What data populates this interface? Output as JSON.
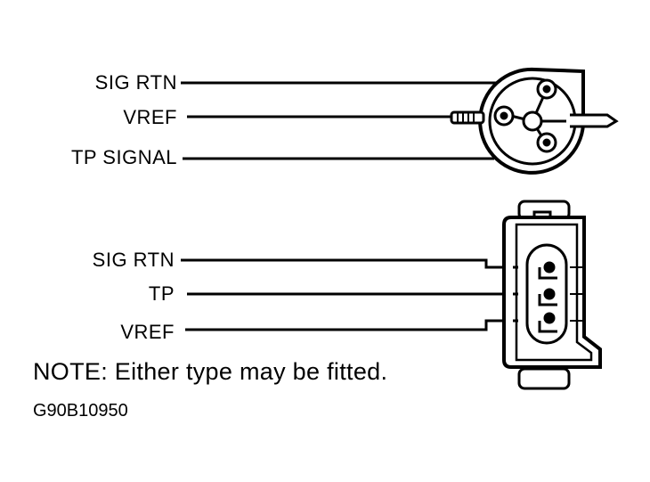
{
  "connector_round": {
    "labels": [
      "SIG RTN",
      "VREF",
      "TP SIGNAL"
    ]
  },
  "connector_rect": {
    "labels": [
      "SIG RTN",
      "TP",
      "VREF"
    ]
  },
  "note": "NOTE: Either type may be fitted.",
  "figure_code": "G90B10950"
}
